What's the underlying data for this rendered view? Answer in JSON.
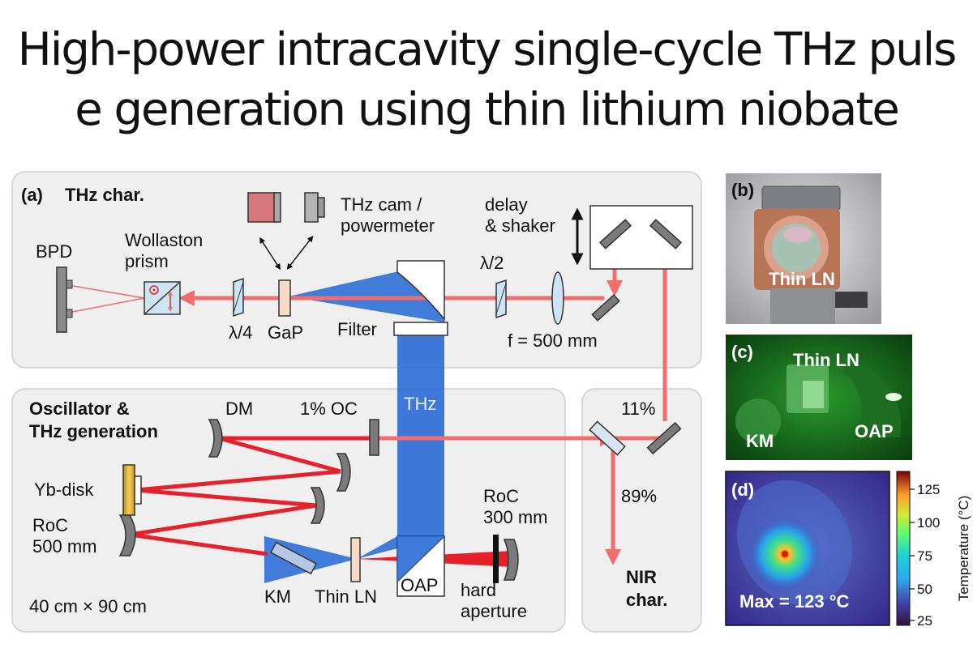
{
  "title": {
    "line1": "High-power intracavity single-cycle THz puls",
    "line2": "e generation using thin lithium niobate"
  },
  "panel_a": {
    "tag": "(a)",
    "section_thz_char": "THz char.",
    "section_oscillator_l1": "Oscillator &",
    "section_oscillator_l2": "THz generation",
    "labels": {
      "bpd": "BPD",
      "wollaston_l1": "Wollaston",
      "wollaston_l2": "prism",
      "lambda4": "λ/4",
      "gap": "GaP",
      "thz_cam_l1": "THz cam /",
      "thz_cam_l2": "powermeter",
      "delay_l1": "delay",
      "delay_l2": "& shaker",
      "lambda2": "λ/2",
      "filter": "Filter",
      "f500": "f = 500 mm",
      "thz": "THz",
      "dm": "DM",
      "oc": "1% OC",
      "p11": "11%",
      "p89": "89%",
      "yb": "Yb-disk",
      "roc500_l1": "RoC",
      "roc500_l2": "500 mm",
      "dims": "40 cm × 90 cm",
      "km": "KM",
      "thin_ln": "Thin LN",
      "oap": "OAP",
      "roc300_l1": "RoC",
      "roc300_l2": "300 mm",
      "hard_l1": "hard",
      "hard_l2": "aperture",
      "nir_l1": "NIR",
      "nir_l2": "char."
    }
  },
  "panel_b": {
    "tag": "(b)",
    "label": "Thin LN"
  },
  "panel_c": {
    "tag": "(c)",
    "label_ln": "Thin LN",
    "label_km": "KM",
    "label_oap": "OAP"
  },
  "panel_d": {
    "tag": "(d)",
    "max_label": "Max = 123 °C",
    "colorbar_title": "Temperature (°C)",
    "colorbar_ticks": [
      "125",
      "100",
      "75",
      "50",
      "25"
    ]
  },
  "colors": {
    "laser": "#f26d6d",
    "laser_strong": "#e8202a",
    "thz": "#2f6fd8",
    "panel_bg": "#efefef"
  }
}
